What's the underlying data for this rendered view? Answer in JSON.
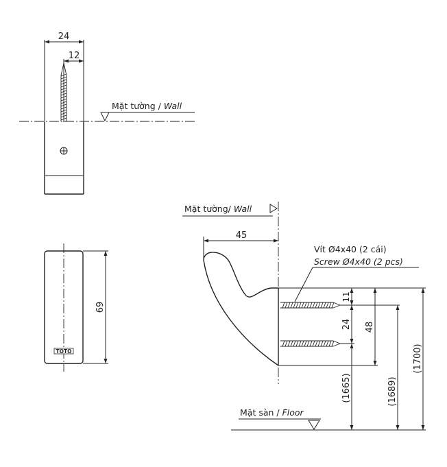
{
  "top_view": {
    "dim_width": "24",
    "dim_offset": "12",
    "wall_label": "Mặt tường / ",
    "wall_label_en": "Wall"
  },
  "front_view": {
    "dim_height": "69",
    "brand_mark": "TOTO"
  },
  "side_view": {
    "wall_label": "Mặt tường/ ",
    "wall_label_en": "Wall",
    "dim_projection": "45",
    "screw_label": "Vít Ø4x40 (2 cái)",
    "screw_label_en": "Screw Ø4x40 (2 pcs)",
    "dim_top_screw": "11",
    "dim_screw_spacing": "24",
    "dim_total_height": "48",
    "dim_floor_lower_screw": "(1665)",
    "dim_floor_upper_screw": "(1689)",
    "dim_floor_top": "(1700)",
    "floor_label": "Mặt sàn / ",
    "floor_label_en": "Floor"
  }
}
